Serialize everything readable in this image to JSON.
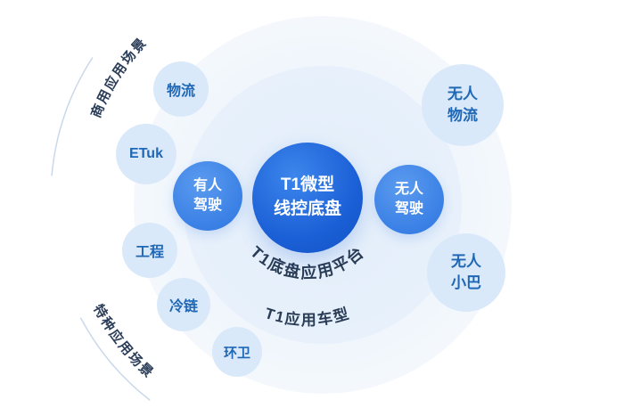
{
  "colors": {
    "center_circle": "#1b5fd6",
    "driver_circle": "#3a80e5",
    "satellite_circle": "#d9e9fa",
    "satellite_text": "#2068b6",
    "arc_label_text": "#293b55",
    "background_ring_inner": "#e6effa",
    "background_ring_outer": "#f0f6fc"
  },
  "center": {
    "label": "T1微型\n线控底盘"
  },
  "driver_nodes": [
    {
      "id": "manned-driving",
      "label": "有人\n驾驶"
    },
    {
      "id": "unmanned-driving",
      "label": "无人\n驾驶"
    }
  ],
  "satellites": [
    {
      "id": "logistics",
      "label": "物流"
    },
    {
      "id": "etuk",
      "label": "ETuk"
    },
    {
      "id": "engineering",
      "label": "工程"
    },
    {
      "id": "cold-chain",
      "label": "冷链"
    },
    {
      "id": "sanitation",
      "label": "环卫"
    },
    {
      "id": "unmanned-logistics",
      "label": "无人\n物流"
    },
    {
      "id": "unmanned-minibus",
      "label": "无人\n小巴"
    }
  ],
  "arc_labels": {
    "platform": "T1底盘应用平台",
    "vehicle_models": "T1应用车型",
    "commercial_scenarios": "商用应用场景",
    "special_scenarios": "特种应用场景"
  }
}
